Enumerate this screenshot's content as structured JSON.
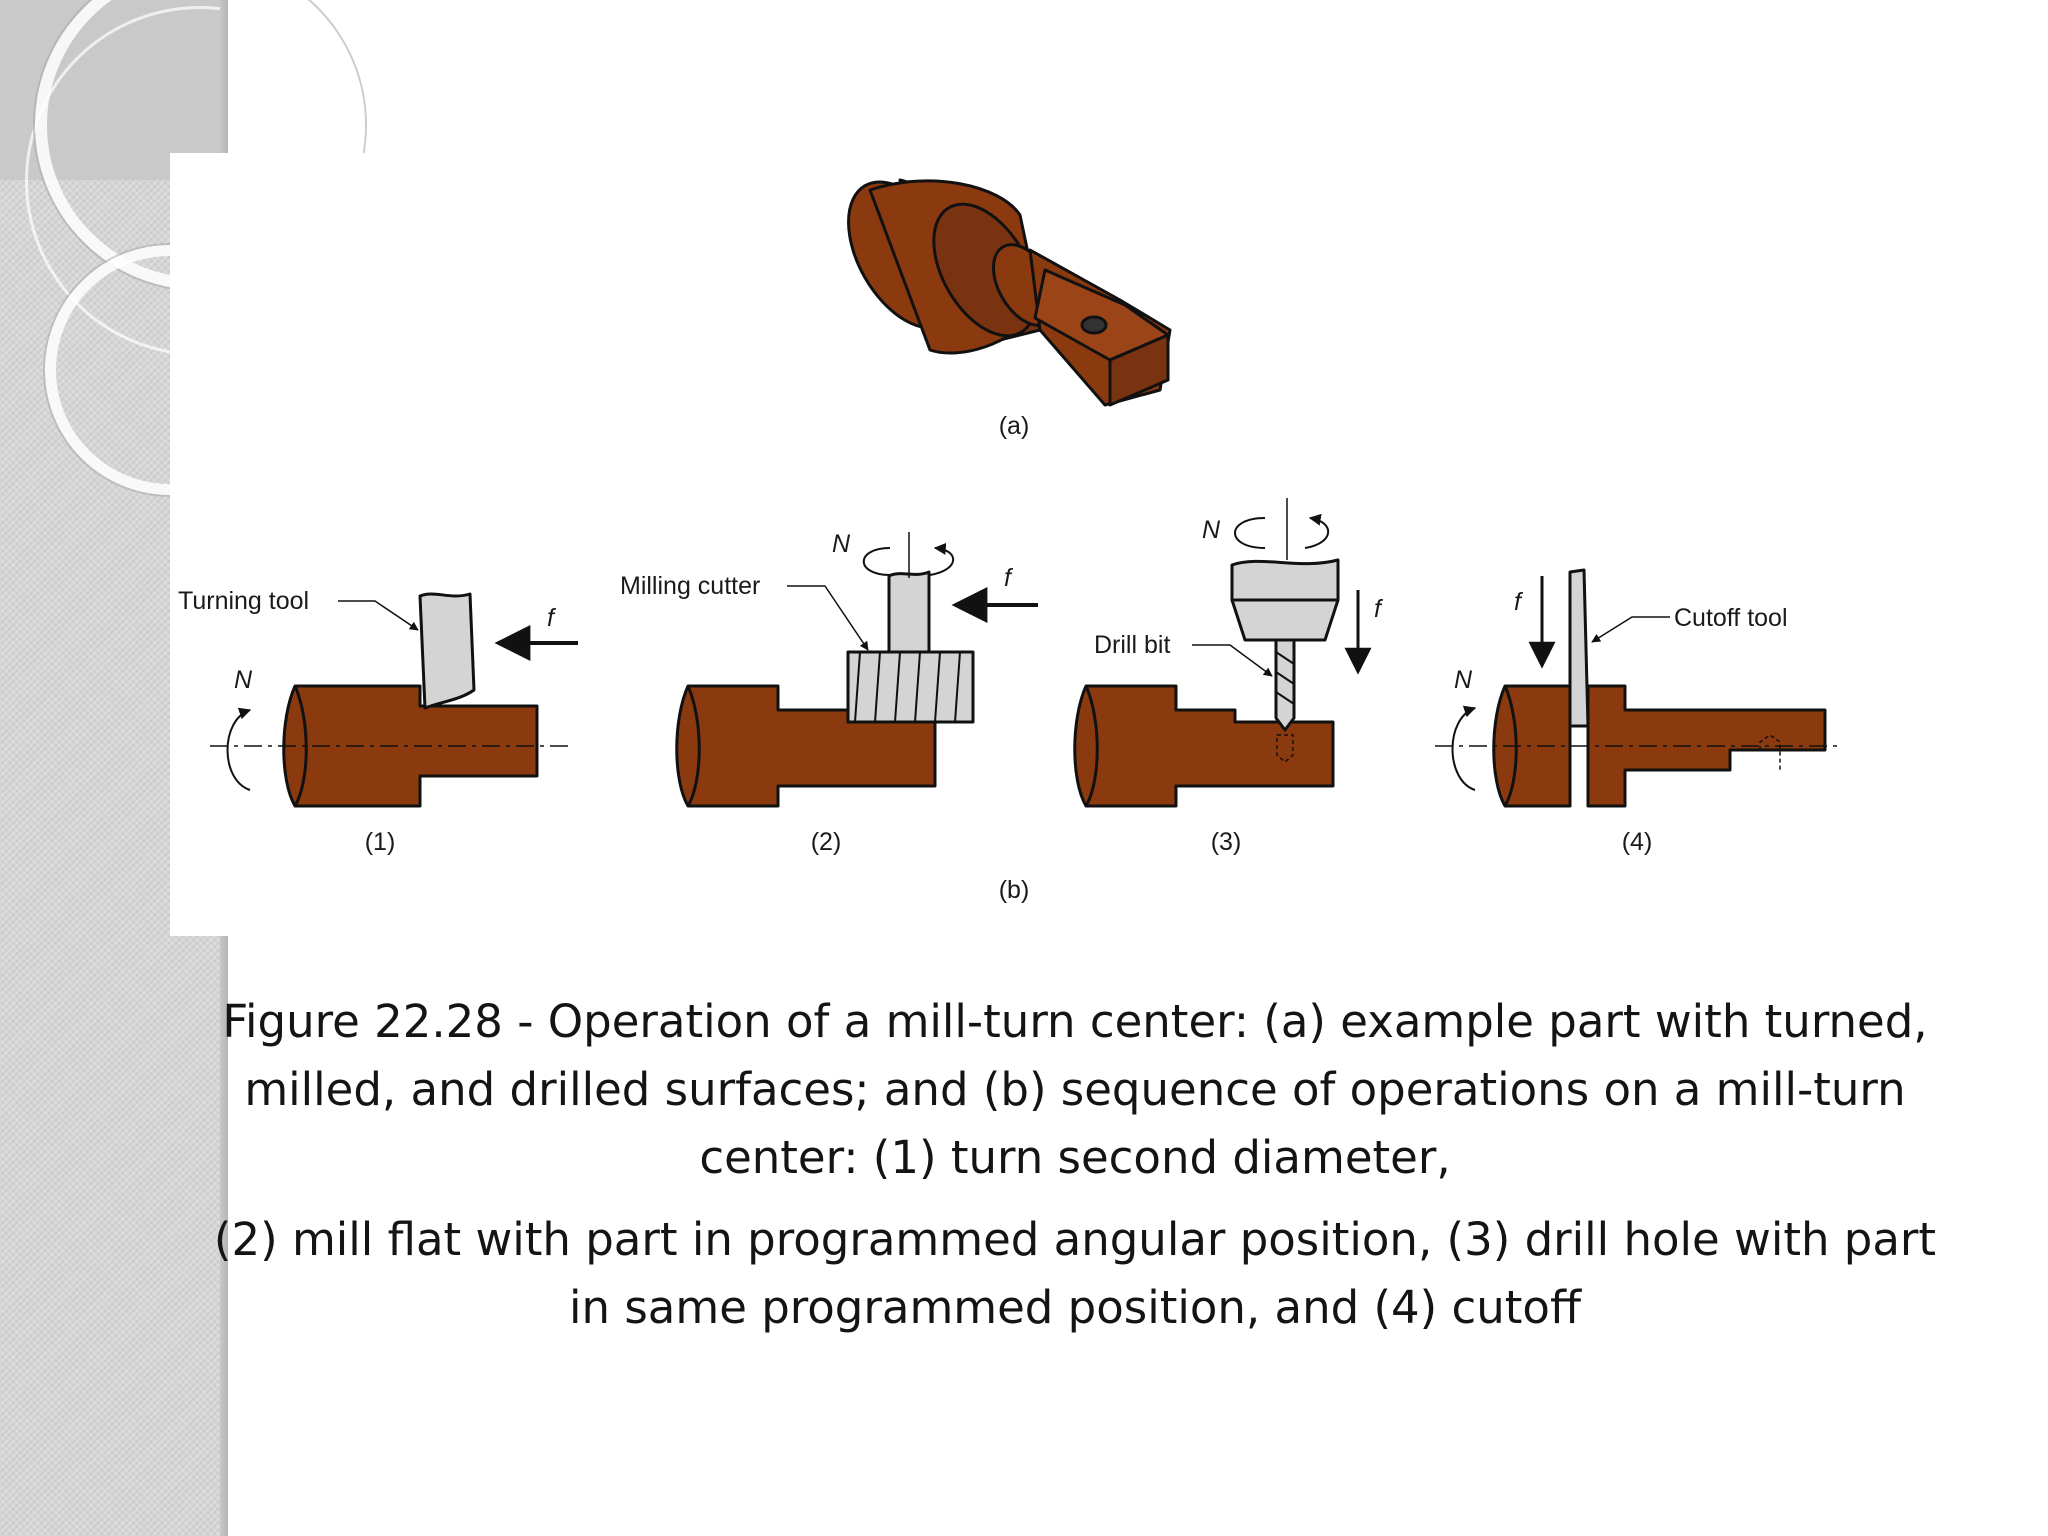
{
  "figure": {
    "part_label": "(a)",
    "sequence_label": "(b)",
    "steps": [
      {
        "number": "(1)",
        "tool_label": "Turning tool",
        "rotation_label": "N",
        "feed_label": "f"
      },
      {
        "number": "(2)",
        "tool_label": "Milling cutter",
        "rotation_label": "N",
        "feed_label": "f"
      },
      {
        "number": "(3)",
        "tool_label": "Drill bit",
        "rotation_label": "N",
        "feed_label": "f"
      },
      {
        "number": "(4)",
        "tool_label": "Cutoff tool",
        "rotation_label": "N",
        "feed_label": "f"
      }
    ]
  },
  "caption": {
    "paragraph_1": "Figure 22.28 - Operation of a mill-turn center: (a) example part with turned, milled, and drilled surfaces; and (b) sequence of operations on a mill-turn center: (1) turn second diameter,",
    "paragraph_2": "(2) mill flat with part in programmed angular position, (3) drill hole with part in same programmed position, and (4) cutoff"
  },
  "colors": {
    "part": "#8b3a10",
    "tool": "#d4d4d4",
    "sidebar": "#d6d6d6"
  }
}
